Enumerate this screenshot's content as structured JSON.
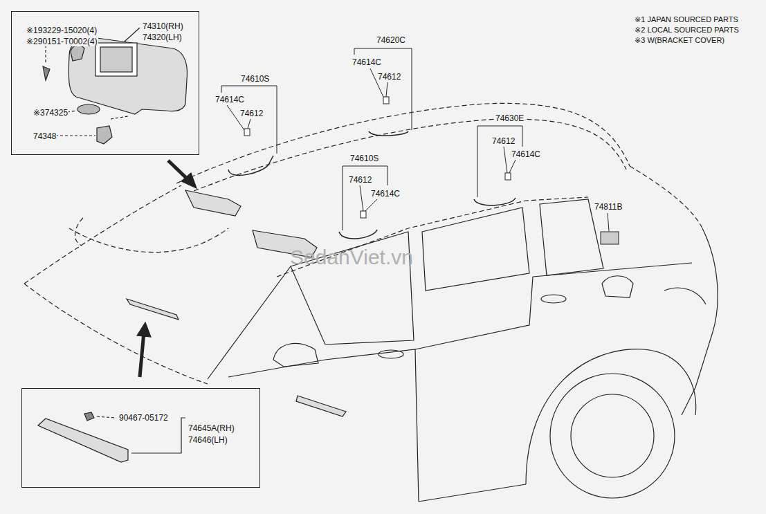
{
  "diagram": {
    "nodes": [
      {
        "text": [
          "※193229-15020(4)",
          "※290151-T0002(4)",
          "74310(RH)",
          "74320(LH)",
          "※374325",
          "74348"
        ]
      },
      {
        "text": [
          "90467-05172",
          "74645A(RH)",
          "74646(LH)"
        ]
      }
    ],
    "labels": [
      "※1 JAPAN SOURCED PARTS",
      "※2 LOCAL SOURCED PARTS",
      "※3 W(BRACKET COVER)",
      "74620C",
      "74614C",
      "74612",
      "74610S",
      "74614C",
      "74612",
      "74630E",
      "74612",
      "74614C",
      "74610S",
      "74612",
      "74614C",
      "74811B",
      "SedanViet.vn"
    ]
  }
}
